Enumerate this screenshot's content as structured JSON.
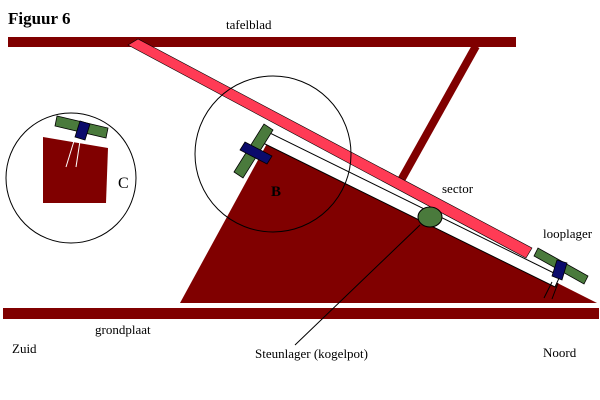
{
  "title": "Figuur 6",
  "labels": {
    "tafelblad": "tafelblad",
    "sector": "sector",
    "looplager": "looplager",
    "grondplaat": "grondplaat",
    "zuid": "Zuid",
    "noord": "Noord",
    "steunlager": "Steunlager (kogelpot)",
    "detail_b": "B",
    "detail_c": "C"
  },
  "colors": {
    "maroon": "#800000",
    "rail": "#ff3b55",
    "bearing_green": "#4a7a3c",
    "bearing_navy": "#0b0b6b",
    "outline": "#000000",
    "background": "#ffffff"
  },
  "icons": {
    "hinge_b": "hinge-bearing-icon",
    "hinge_c": "hinge-bearing-icon",
    "looplager": "roller-bearing-icon",
    "steunlager": "ball-socket-icon"
  }
}
